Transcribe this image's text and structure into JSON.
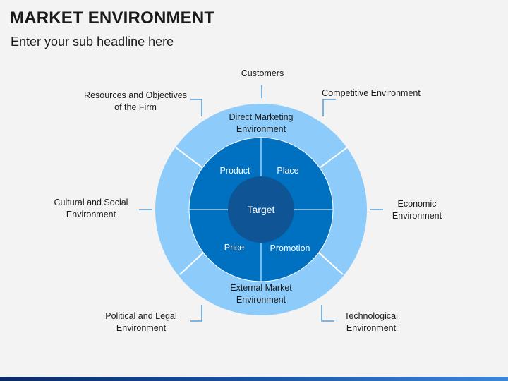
{
  "header": {
    "title": "MARKET ENVIRONMENT",
    "subtitle": "Enter your sub headline here"
  },
  "diagram": {
    "center_label": "Target",
    "inner_segments": [
      "Product",
      "Place",
      "Price",
      "Promotion"
    ],
    "middle_ring_labels": {
      "top": [
        "Direct Marketing",
        "Environment"
      ],
      "bottom": [
        "External Market",
        "Environment"
      ]
    },
    "outer_labels": {
      "customers": [
        "Customers"
      ],
      "competitive": [
        "Competitive Environment"
      ],
      "resources": [
        "Resources and Objectives",
        "of the Firm"
      ],
      "cultural": [
        "Cultural and Social",
        "Environment"
      ],
      "economic": [
        "Economic",
        "Environment"
      ],
      "political": [
        "Political and Legal",
        "Environment"
      ],
      "technological": [
        "Technological",
        "Environment"
      ]
    },
    "colors": {
      "outer_ring": "#8ccbfa",
      "inner_circle": "#0070c0",
      "center": "#0f5596",
      "divider": "#ffffff",
      "connector": "#3a8fd6",
      "text_dark": "#1a1a1a",
      "text_light": "#ffffff"
    }
  }
}
